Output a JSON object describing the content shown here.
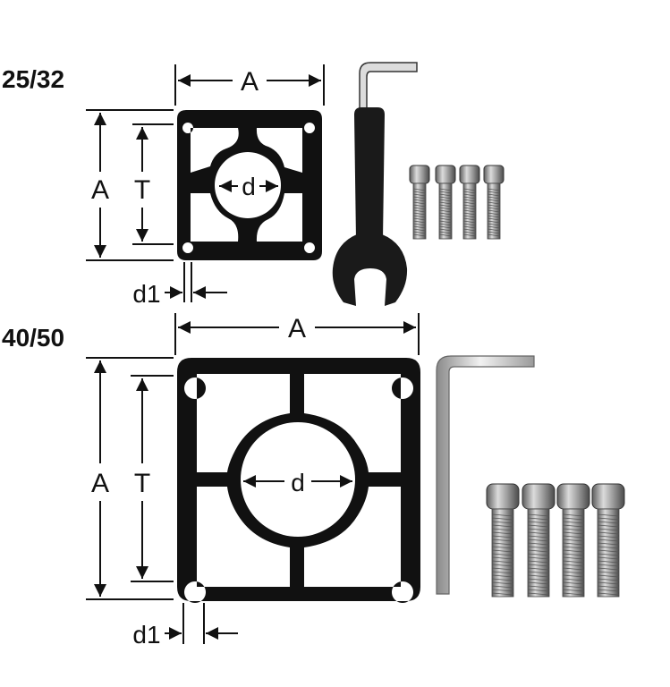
{
  "sizes": [
    {
      "label": "25/32",
      "dimensions": {
        "a_width": "A",
        "a_height": "A",
        "t": "T",
        "d": "d",
        "d1": "d1"
      },
      "tool": "open-end-wrench",
      "screw_count": 4
    },
    {
      "label": "40/50",
      "dimensions": {
        "a_width": "A",
        "a_height": "A",
        "t": "T",
        "d": "d",
        "d1": "d1"
      },
      "tool": "hex-key",
      "screw_count": 4
    }
  ],
  "colors": {
    "ink": "#111111",
    "metal_light": "#e6e6e6",
    "metal_dark": "#6b6b6b"
  }
}
